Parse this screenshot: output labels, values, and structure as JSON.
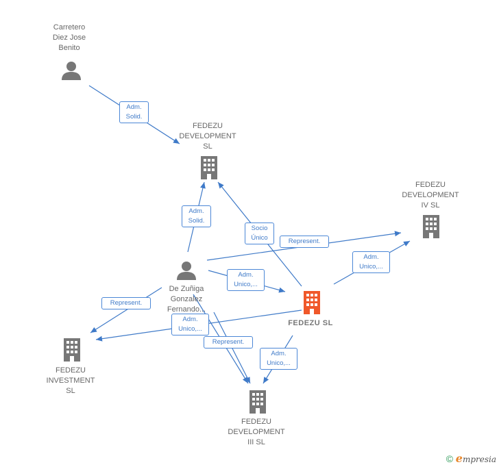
{
  "nodes": {
    "person1": {
      "label": "Carretero\nDiez Jose\nBenito"
    },
    "person2": {
      "label": "De Zuñiga\nGonzalez\nFernando..."
    },
    "fedezu_dev": {
      "label": "FEDEZU\nDEVELOPMENT\nSL"
    },
    "fedezu_dev4": {
      "label": "FEDEZU\nDEVELOPMENT\nIV  SL"
    },
    "fedezu_sl": {
      "label": "FEDEZU  SL"
    },
    "fedezu_inv": {
      "label": "FEDEZU\nINVESTMENT\nSL"
    },
    "fedezu_dev3": {
      "label": "FEDEZU\nDEVELOPMENT\nIII  SL"
    }
  },
  "edges": {
    "e1": "Adm.\nSolid.",
    "e2": "Adm.\nSolid.",
    "e3": "Socio\nÚnico",
    "e4": "Represent.",
    "e5": "Adm.\nUnico,...",
    "e6": "Adm.\nUnico,...",
    "e7": "Represent.",
    "e8": "Adm.\nUnico,...",
    "e9": "Represent.",
    "e10": "Adm.\nUnico,..."
  },
  "colors": {
    "edge": "#3f7ac8",
    "building": "#777777",
    "main_building": "#f0582a",
    "person": "#777777"
  },
  "footer": {
    "copyright": "©",
    "brand": "mpresia",
    "brand_initial": "e"
  }
}
